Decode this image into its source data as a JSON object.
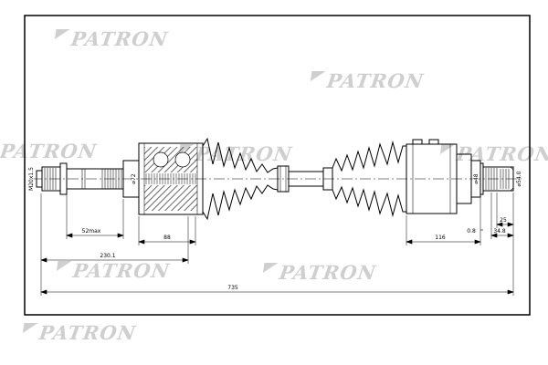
{
  "watermark": {
    "text": "PATRON"
  },
  "diagram": {
    "subject": "Front CV drive shaft assembly technical drawing",
    "dims": {
      "m20": "M20x1.5",
      "d72": "⌀72",
      "len52": "52max",
      "len88": "88",
      "len230": "230.1",
      "len735": "735",
      "len116": "116",
      "w08": "0.8",
      "len348": "34.8",
      "len25": "25",
      "d48": "⌀48",
      "d54": "⌀54.0"
    }
  }
}
